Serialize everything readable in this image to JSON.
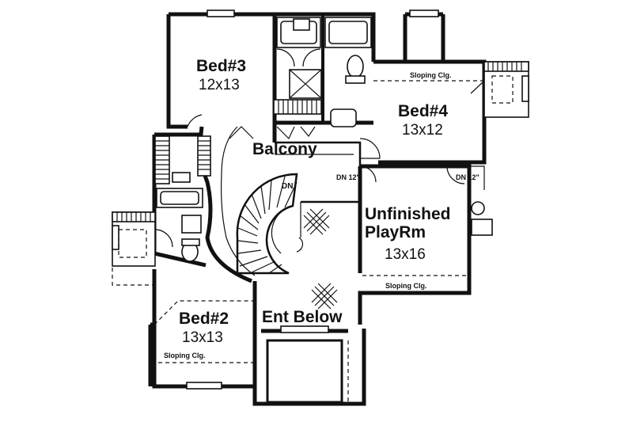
{
  "rooms": {
    "bed3": {
      "name": "Bed#3",
      "size": "12x13"
    },
    "bed4": {
      "name": "Bed#4",
      "size": "13x12"
    },
    "bed2": {
      "name": "Bed#2",
      "size": "13x13"
    },
    "playroom": {
      "name_line1": "Unfinished",
      "name_line2": "PlayRm",
      "size": "13x16"
    },
    "balcony": {
      "name": "Balcony"
    },
    "entry": {
      "name": "Ent Below"
    }
  },
  "notes": {
    "sloping_bed4": "Sloping Clg.",
    "sloping_playroom": "Sloping Clg.",
    "sloping_bed2": "Sloping Clg.",
    "dn_stair": "DN",
    "dn_left": "DN 12\"",
    "dn_right": "DN 12\""
  }
}
